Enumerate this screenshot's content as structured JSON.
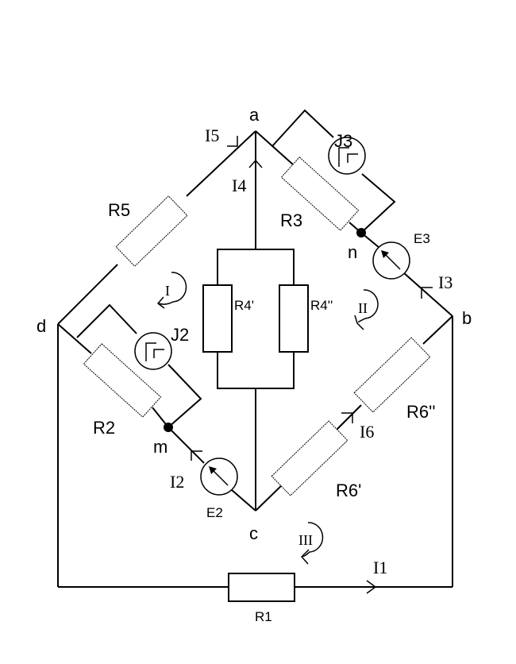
{
  "diagram": {
    "type": "electrical-circuit",
    "nodes": [
      {
        "id": "a",
        "label": "a"
      },
      {
        "id": "b",
        "label": "b"
      },
      {
        "id": "c",
        "label": "c"
      },
      {
        "id": "d",
        "label": "d"
      },
      {
        "id": "m",
        "label": "m"
      },
      {
        "id": "n",
        "label": "n"
      }
    ],
    "components": {
      "R1": "R1",
      "R2": "R2",
      "R3": "R3",
      "R4a": "R4'",
      "R4b": "R4''",
      "R5": "R5",
      "R6a": "R6'",
      "R6b": "R6''",
      "J2": "J2",
      "J3": "J3",
      "E2": "E2",
      "E3": "E3"
    },
    "currents": {
      "I1": "I1",
      "I2": "I2",
      "I3": "I3",
      "I4": "I4",
      "I5": "I5",
      "I6": "I6"
    },
    "loops": {
      "I": "I",
      "II": "II",
      "III": "III"
    },
    "branches": [
      {
        "from": "d",
        "to": "a",
        "elements": [
          "R5"
        ],
        "current": "I5"
      },
      {
        "from": "c",
        "to": "a",
        "elements": [
          "R4'",
          "R4''"
        ],
        "current": "I4"
      },
      {
        "from": "a",
        "to": "n",
        "elements": [
          "R3",
          "J3 (parallel)"
        ]
      },
      {
        "from": "b",
        "to": "n",
        "elements": [
          "E3"
        ],
        "current": "I3"
      },
      {
        "from": "c",
        "to": "b",
        "elements": [
          "R6'",
          "R6''"
        ],
        "current": "I6"
      },
      {
        "from": "d",
        "to": "m",
        "elements": [
          "R2",
          "J2 (parallel)"
        ]
      },
      {
        "from": "c",
        "to": "m",
        "elements": [
          "E2"
        ],
        "current": "I2"
      },
      {
        "from": "d",
        "to": "b",
        "elements": [
          "R1"
        ],
        "current": "I1"
      }
    ]
  }
}
